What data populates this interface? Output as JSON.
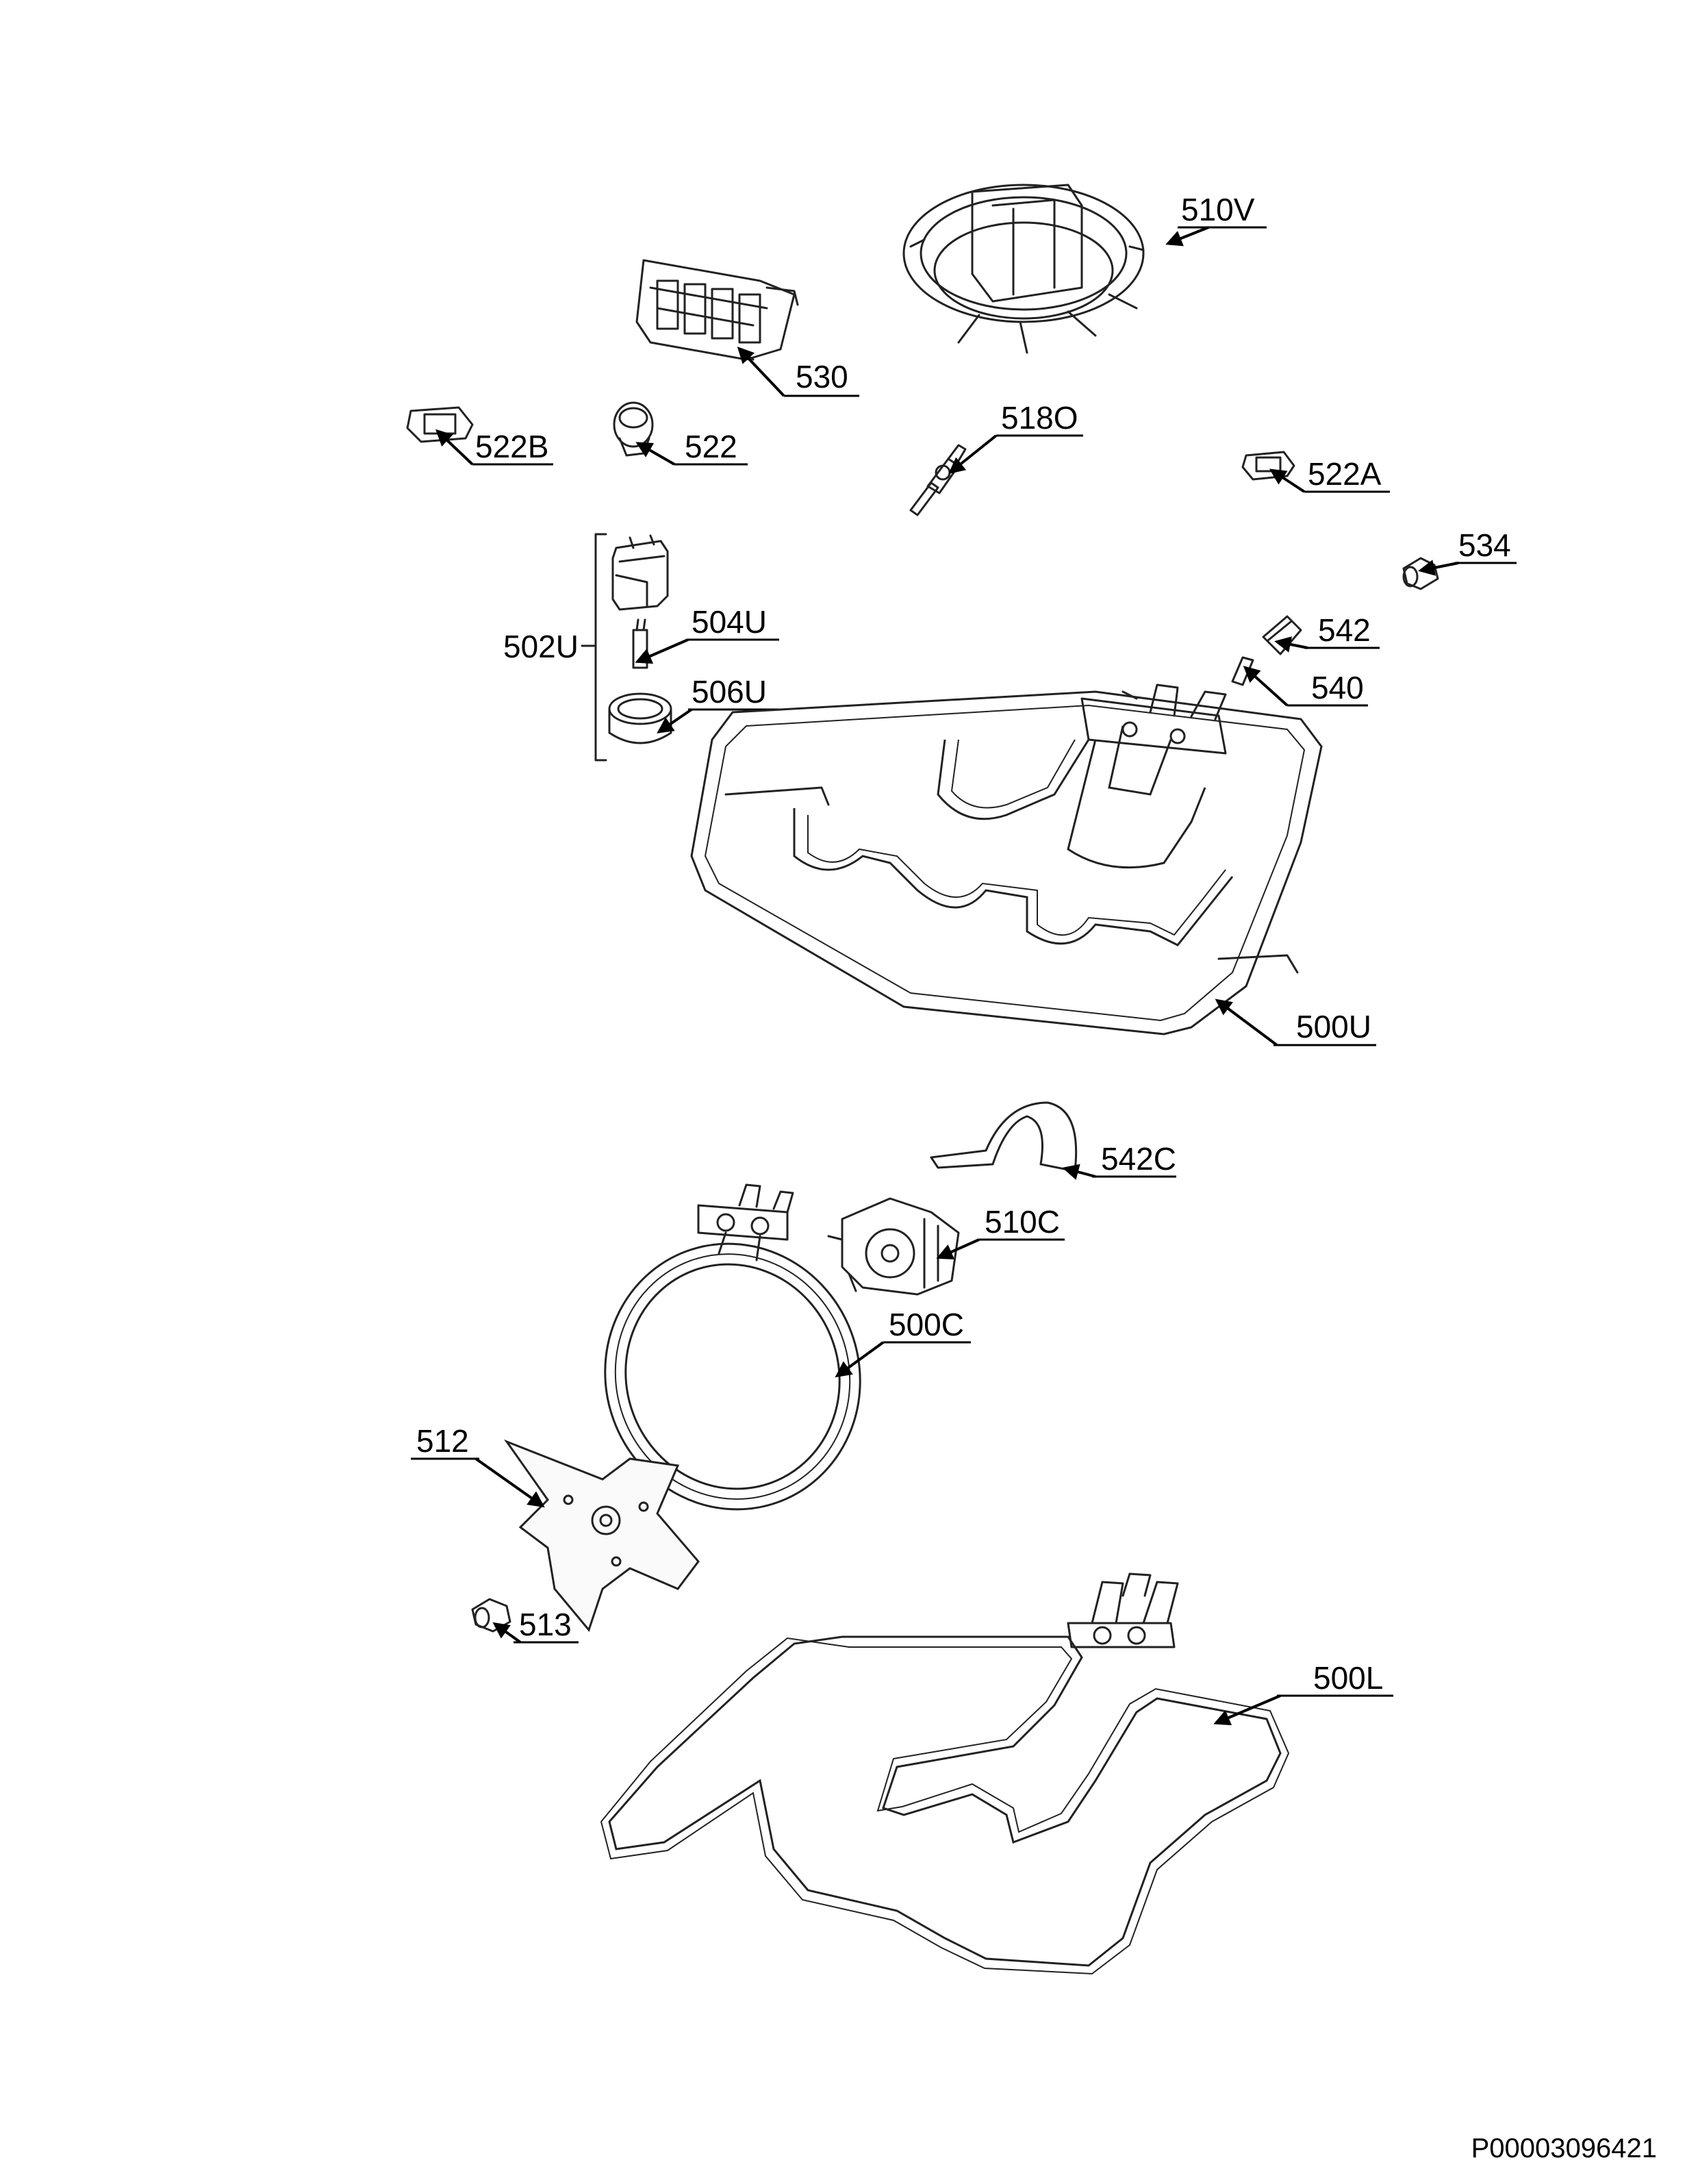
{
  "labels": {
    "l510V": "510V",
    "l530": "530",
    "l522B": "522B",
    "l522": "522",
    "l518O": "518O",
    "l522A": "522A",
    "l534": "534",
    "l502U": "502U",
    "l504U": "504U",
    "l506U": "506U",
    "l542": "542",
    "l540": "540",
    "l500U": "500U",
    "l542C": "542C",
    "l510C": "510C",
    "l500C": "500C",
    "l512": "512",
    "l513": "513",
    "l500L": "500L"
  },
  "document_code": "P00003096421",
  "colors": {
    "line": "#222222",
    "background": "#ffffff"
  }
}
